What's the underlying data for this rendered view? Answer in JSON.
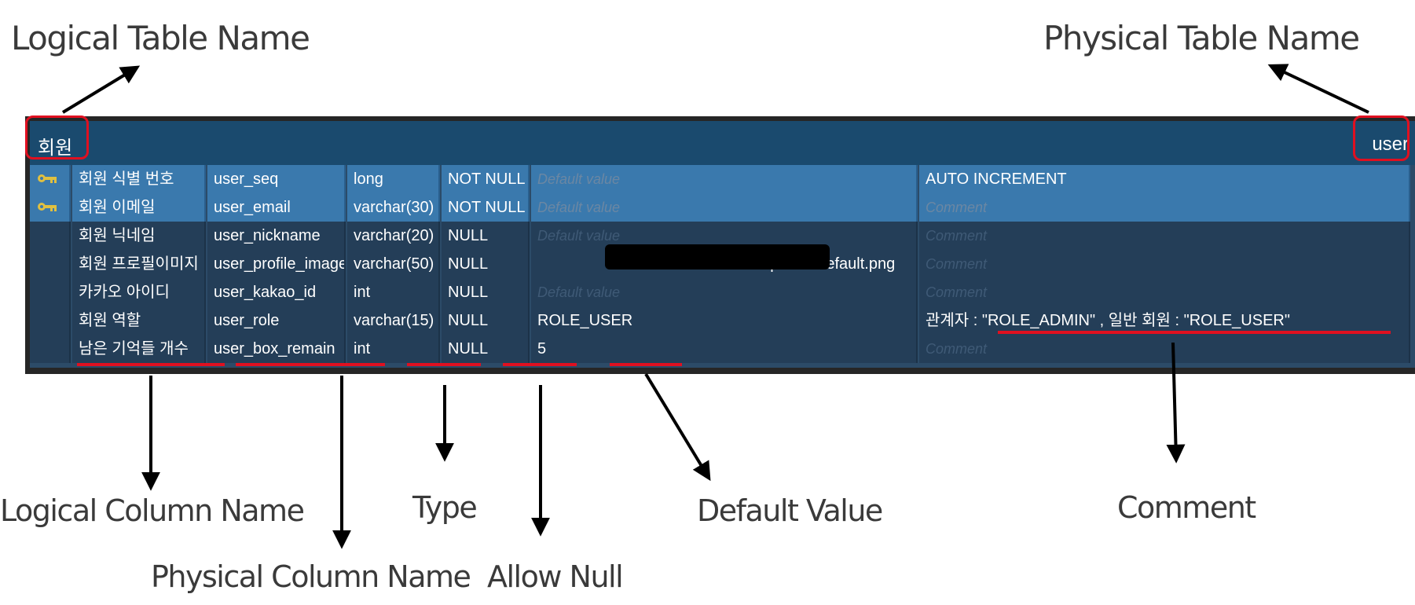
{
  "labels": {
    "logical_table_name": "Logical Table Name",
    "physical_table_name": "Physical Table Name",
    "logical_column_name": "Logical Column Name",
    "physical_column_name": "Physical Column Name",
    "type": "Type",
    "allow_null": "Allow Null",
    "default_value": "Default Value",
    "comment": "Comment"
  },
  "entity": {
    "logical_name": "회원",
    "physical_name": "user",
    "default_placeholder": "Default value",
    "comment_placeholder": "Comment",
    "columns": [
      {
        "pk": true,
        "logical": "회원 식별 번호",
        "physical": "user_seq",
        "type": "long",
        "nullable": "NOT NULL",
        "default": "",
        "comment": "AUTO INCREMENT"
      },
      {
        "pk": true,
        "logical": "회원 이메일",
        "physical": "user_email",
        "type": "varchar(30)",
        "nullable": "NOT NULL",
        "default": "",
        "comment": ""
      },
      {
        "pk": false,
        "logical": "회원 닉네임",
        "physical": "user_nickname",
        "type": "varchar(20)",
        "nullable": "NULL",
        "default": "",
        "comment": ""
      },
      {
        "pk": false,
        "logical": "회원 프로필이미지",
        "physical": "user_profile_image",
        "type": "varchar(50)",
        "nullable": "NULL",
        "default": "r/profile/default.png",
        "comment": ""
      },
      {
        "pk": false,
        "logical": "카카오 아이디",
        "physical": "user_kakao_id",
        "type": "int",
        "nullable": "NULL",
        "default": "",
        "comment": ""
      },
      {
        "pk": false,
        "logical": "회원 역할",
        "physical": "user_role",
        "type": "varchar(15)",
        "nullable": "NULL",
        "default": "ROLE_USER",
        "comment": "관계자 : \"ROLE_ADMIN\" , 일반 회원 : \"ROLE_USER\""
      },
      {
        "pk": false,
        "logical": "남은 기억들 개수",
        "physical": "user_box_remain",
        "type": "int",
        "nullable": "NULL",
        "default": "5",
        "comment": ""
      }
    ]
  },
  "colors": {
    "highlight": "#e01020",
    "header": "#1a4a6e",
    "pk_row": "#3a79ad",
    "row": "#243e58",
    "key_icon": "#e0c040"
  },
  "icons": {
    "primary_key": "key-icon"
  }
}
